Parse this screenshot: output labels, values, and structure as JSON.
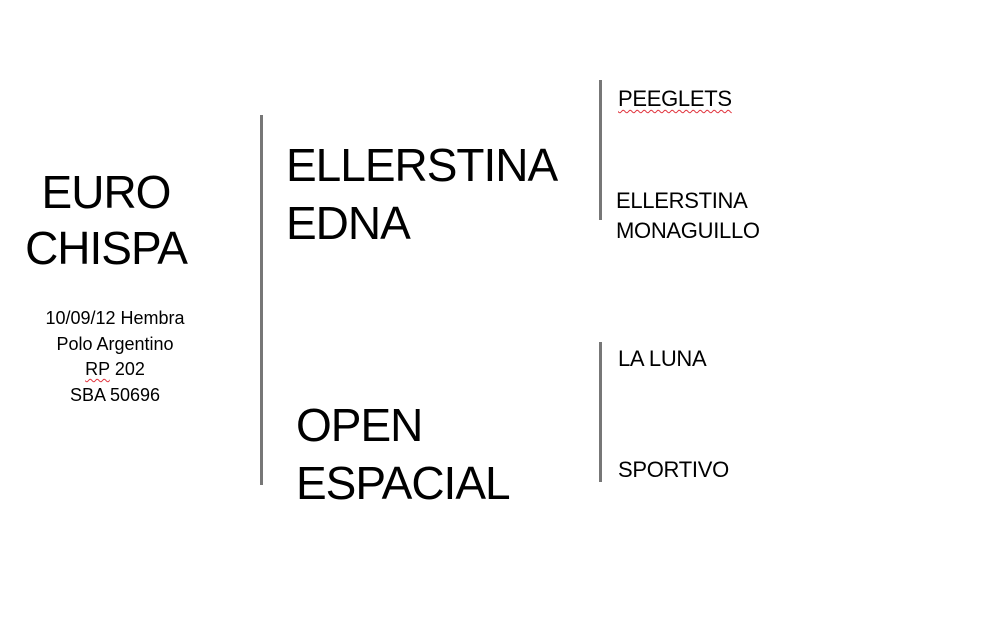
{
  "horse": {
    "name_line1": "EURO",
    "name_line2": "CHISPA",
    "info_line1": "10/09/12 Hembra",
    "info_line2": "Polo Argentino",
    "info_line3_rp": "RP",
    "info_line3_num": " 202",
    "info_line4": "SBA 50696"
  },
  "sire": {
    "name_line1": "ELLERSTINA",
    "name_line2": "EDNA",
    "sire": "PEEGLETS",
    "dam_line1": "ELLERSTINA",
    "dam_line2": "MONAGUILLO"
  },
  "dam": {
    "name_line1": "OPEN",
    "name_line2": "ESPACIAL",
    "sire": "LA LUNA",
    "dam": "SPORTIVO"
  }
}
